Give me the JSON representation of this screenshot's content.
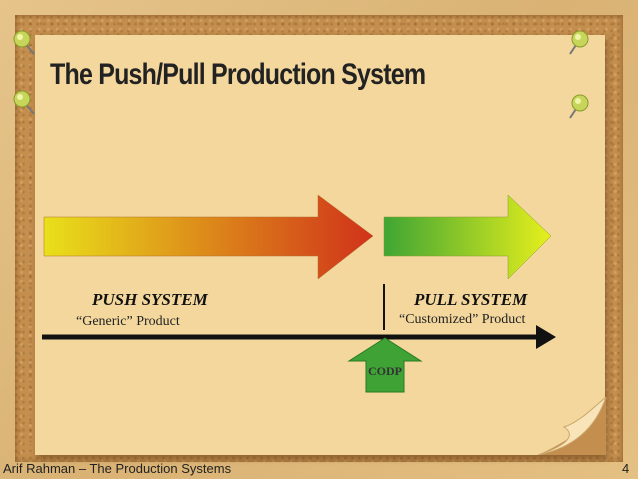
{
  "slide": {
    "title": "The Push/Pull Production System",
    "footer_left": "Arif Rahman – The Production Systems",
    "page_number": "4"
  },
  "diagram": {
    "push": {
      "label": "PUSH SYSTEM",
      "product": "“Generic” Product",
      "color_start": "#e9e01a",
      "color_end": "#d0321a"
    },
    "pull": {
      "label": "PULL SYSTEM",
      "product": "“Customized” Product",
      "color_start": "#3fa534",
      "color_end": "#e6ef1c"
    },
    "codp": {
      "label": "CODP",
      "color": "#3ea234"
    }
  }
}
